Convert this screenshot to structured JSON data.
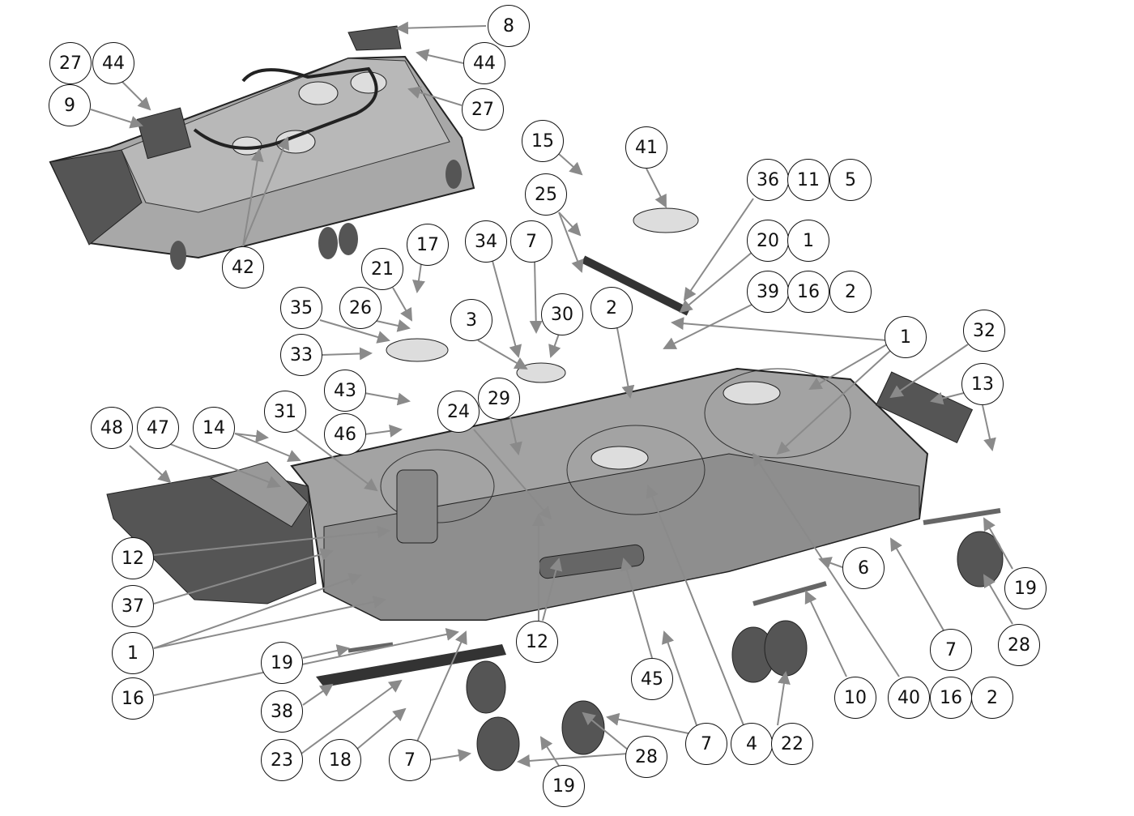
{
  "diagram": {
    "type": "exploded parts diagram - mower deck assembly",
    "callouts": [
      "8",
      "44",
      "27",
      "27",
      "44",
      "9",
      "42",
      "15",
      "41",
      "36",
      "11",
      "5",
      "25",
      "20",
      "1",
      "17",
      "34",
      "7",
      "21",
      "39",
      "16",
      "2",
      "35",
      "26",
      "3",
      "30",
      "2",
      "1",
      "32",
      "33",
      "43",
      "29",
      "24",
      "13",
      "48",
      "47",
      "14",
      "31",
      "46",
      "12",
      "6",
      "19",
      "37",
      "12",
      "1",
      "7",
      "28",
      "19",
      "45",
      "10",
      "40",
      "16",
      "2",
      "16",
      "38",
      "7",
      "4",
      "22",
      "23",
      "18",
      "7",
      "28",
      "19"
    ],
    "colors": {
      "part_light": "#9a9a9a",
      "part_dark": "#4a4a4a",
      "line": "#888888",
      "outline": "#111111"
    }
  }
}
